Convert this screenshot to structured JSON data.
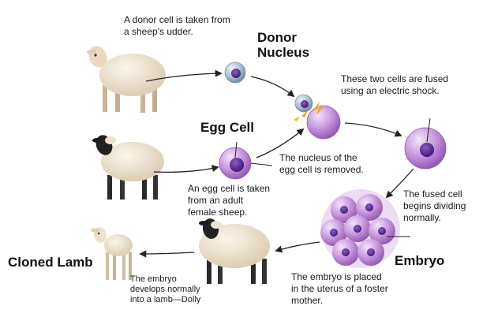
{
  "labels": {
    "donor_nucleus": "Donor\nNucleus",
    "egg_cell": "Egg Cell",
    "embryo": "Embryo",
    "cloned_lamb": "Cloned Lamb"
  },
  "captions": {
    "donor_cell": "A donor cell is taken from\na sheep's udder.",
    "fused": "These two cells are fused\nusing an electric shock.",
    "nucleus_removed": "The nucleus of the\negg cell is removed.",
    "egg_taken": "An egg cell is taken\nfrom an adult\nfemale sheep.",
    "dividing": "The fused cell\nbegins dividing\nnormally.",
    "placed": "The embryo is placed\nin the uterus of a foster\nmother.",
    "develops": "The embryo\ndevelops normally\ninto a lamb—Dolly"
  },
  "colors": {
    "cell_purple": "#b57ad0",
    "nucleus": "#5a2a90",
    "donor_cell": "#8aa2b8",
    "wool": "#efe3cf",
    "dark_face": "#222222",
    "arrow": "#222222",
    "spark": "#f2a900"
  }
}
